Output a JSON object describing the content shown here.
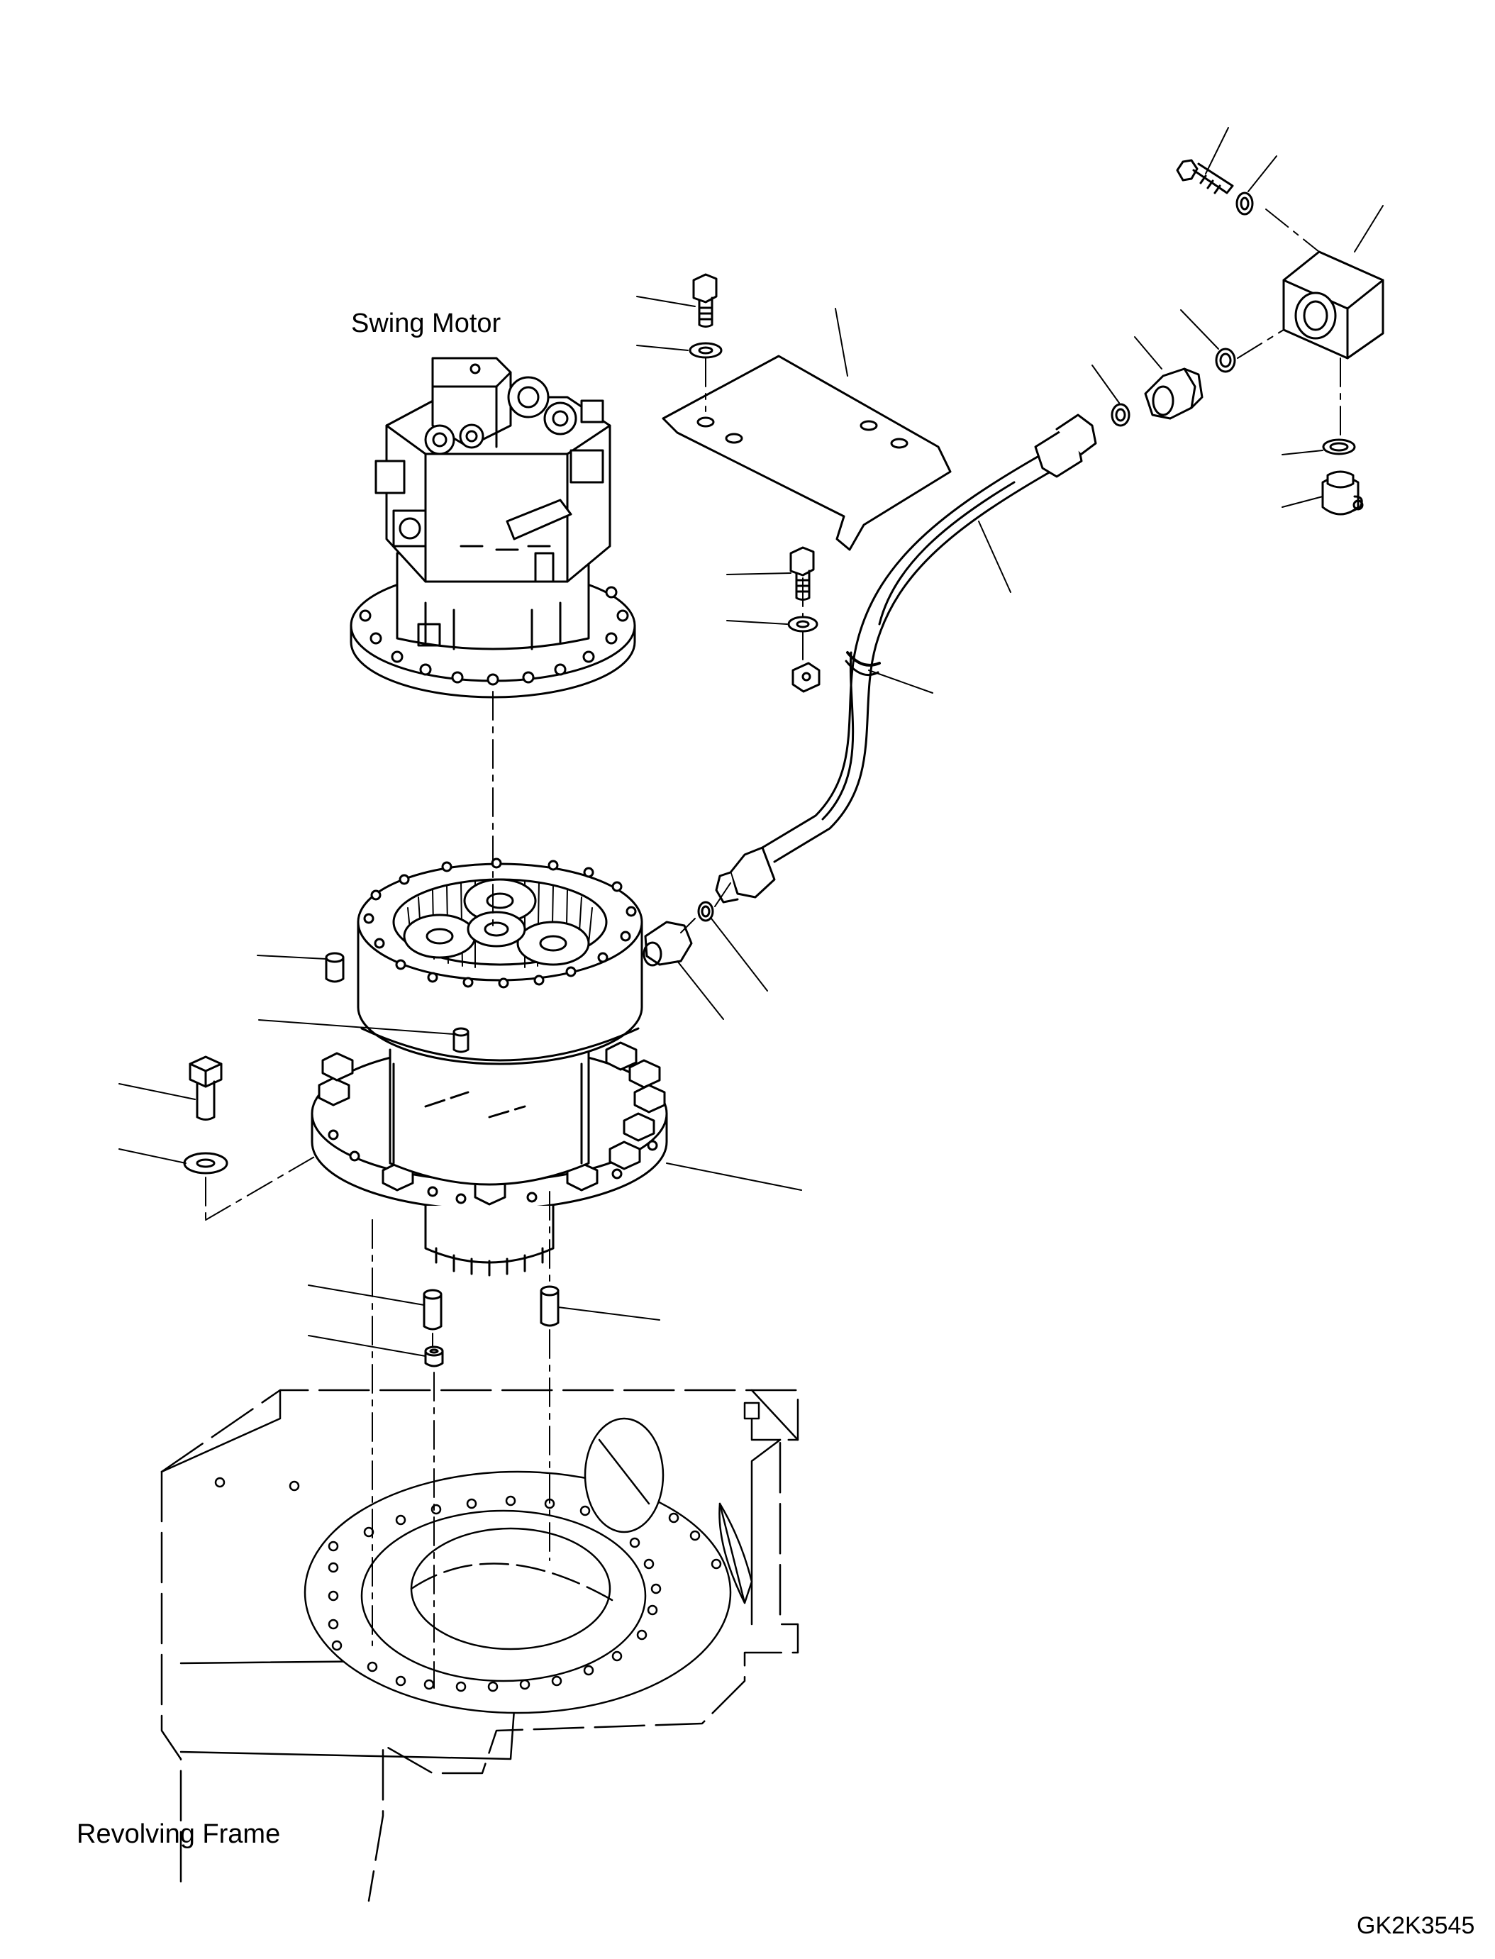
{
  "labels": {
    "swing_motor": "Swing Motor",
    "revolving_frame": "Revolving Frame",
    "drawing_code": "GK2K3545"
  }
}
